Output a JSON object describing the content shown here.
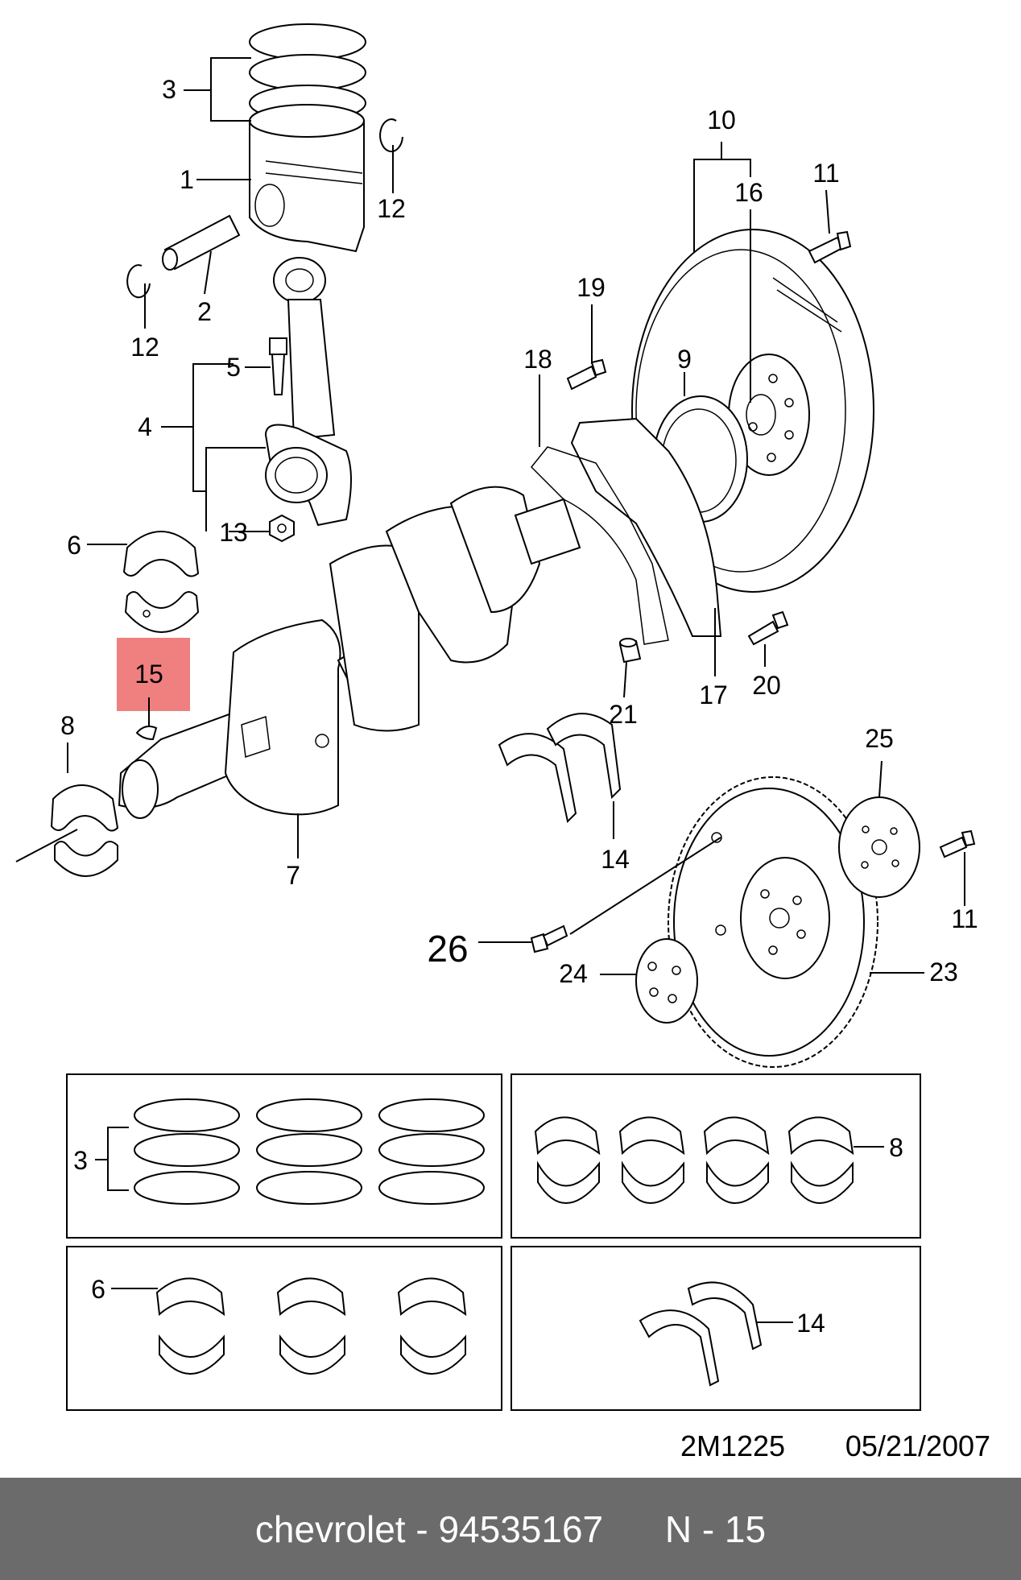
{
  "labels": {
    "l3": "3",
    "l1": "1",
    "l12a": "12",
    "l2": "2",
    "l12b": "12",
    "l5": "5",
    "l4": "4",
    "l13": "13",
    "l6": "6",
    "l15": "15",
    "l8": "8",
    "l7": "7",
    "l10": "10",
    "l16": "16",
    "l11a": "11",
    "l19": "19",
    "l18": "18",
    "l9": "9",
    "l20": "20",
    "l17": "17",
    "l21": "21",
    "l14": "14",
    "l25": "25",
    "l11b": "11",
    "l26": "26",
    "l24": "24",
    "l23": "23",
    "box_l3": "3",
    "box_l8": "8",
    "box_l6": "6",
    "box_l14": "14"
  },
  "highlight_color": "#f08080",
  "highlighted_part": "15",
  "diagram_code": "2M1225",
  "diagram_date": "05/21/2007",
  "footer": {
    "brand": "chevrolet",
    "separator": " - ",
    "part_number": "94535167",
    "position_prefix": "N - ",
    "position_number": "15"
  }
}
